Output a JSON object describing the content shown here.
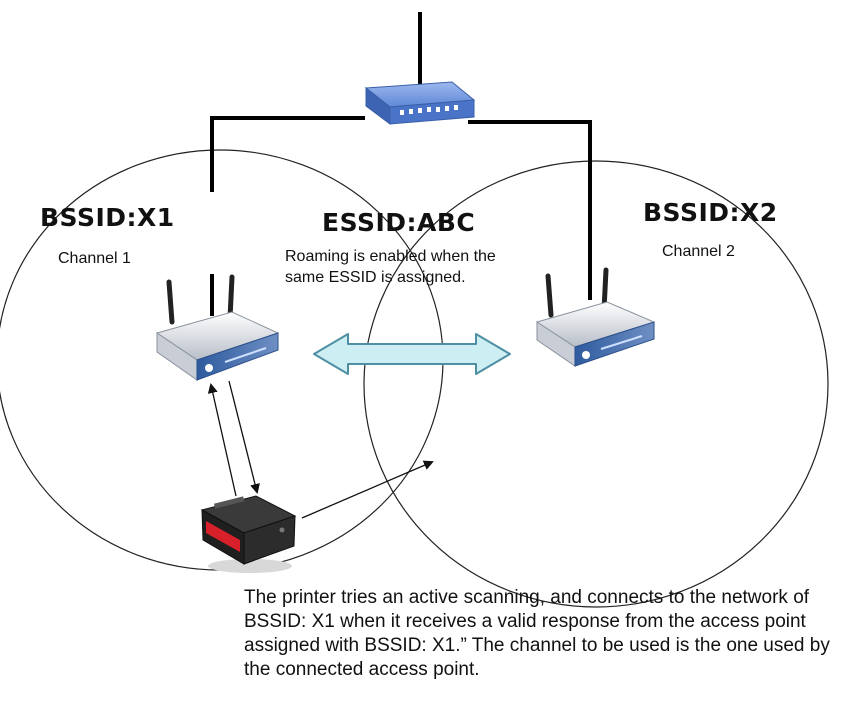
{
  "labels": {
    "bssid_x1": "BSSID:X1",
    "channel_1": "Channel 1",
    "essid": "ESSID:ABC",
    "roaming_note": "Roaming is enabled when the same ESSID is assigned.",
    "bssid_x2": "BSSID:X2",
    "channel_2": "Channel 2"
  },
  "caption": "The printer tries an active scanning, and connects to the network of BSSID: X1 when it receives a valid response from the access point assigned with BSSID: X1.”   The channel to be used is the one used by the connected access point.",
  "icons": {
    "hub": "network-hub-icon",
    "access_point_1": "wireless-access-point-icon",
    "access_point_2": "wireless-access-point-icon",
    "printer": "mobile-printer-icon"
  },
  "colors": {
    "roaming_arrow_fill": "#cdeef3",
    "roaming_arrow_stroke": "#4f8fa3",
    "hub_body": "#5f88d6",
    "printer_label": "#d8202a"
  }
}
